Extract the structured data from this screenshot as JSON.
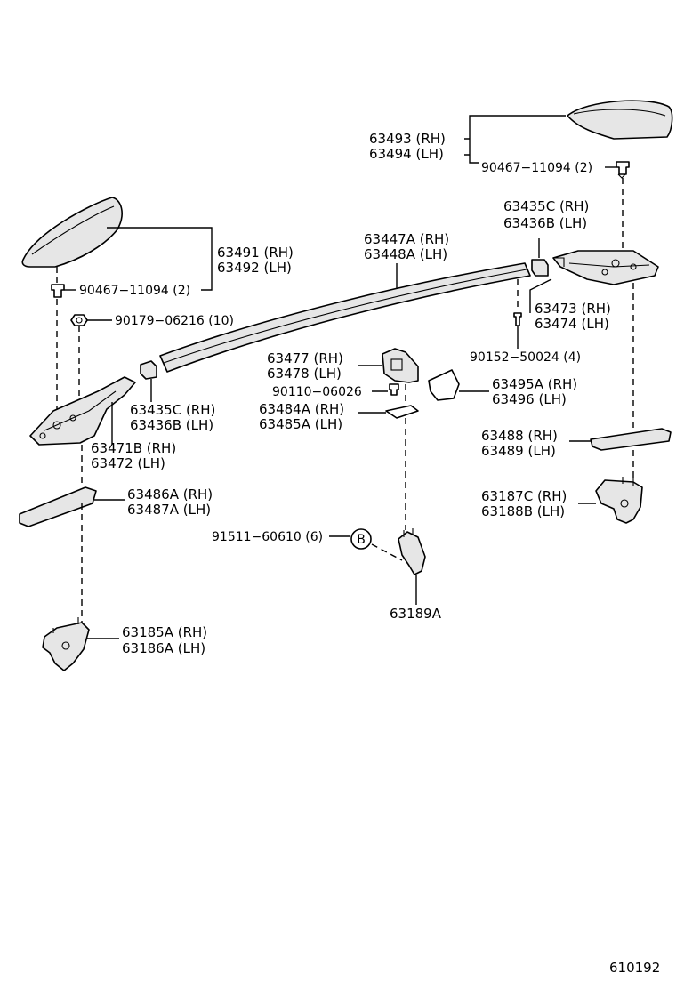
{
  "labels": {
    "p63493": "63493 (RH)",
    "p63494": "63494 (LH)",
    "p90467_top": "90467−11094 (2)",
    "p63435c_top": "63435C (RH)",
    "p63436b_top": "63436B (LH)",
    "p63491": "63491 (RH)",
    "p63492": "63492 (LH)",
    "p63447a": "63447A (RH)",
    "p63448a": "63448A (LH)",
    "p90467_left": "90467−11094 (2)",
    "p90179": "90179−06216 (10)",
    "p63473": "63473 (RH)",
    "p63474": "63474 (LH)",
    "p90152": "90152−50024 (4)",
    "p63477": "63477 (RH)",
    "p63478": "63478 (LH)",
    "p90110": "90110−06026",
    "p63495a": "63495A (RH)",
    "p63496": "63496    (LH)",
    "p63435c_left": "63435C (RH)",
    "p63436b_left": "63436B (LH)",
    "p63484a": "63484A (RH)",
    "p63485a": "63485A (LH)",
    "p63471b": "63471B (RH)",
    "p63472": "63472    (LH)",
    "p63488": "63488 (RH)",
    "p63489": "63489 (LH)",
    "p63486a": "63486A (RH)",
    "p63487a": "63487A (LH)",
    "p63187c": "63187C (RH)",
    "p63188b": "63188B (LH)",
    "p91511": "91511−60610 (6)",
    "ref_b": "B",
    "p63189a": "63189A",
    "p63185a": "63185A (RH)",
    "p63186a": "63186A (LH)",
    "diagram_id": "610192"
  }
}
